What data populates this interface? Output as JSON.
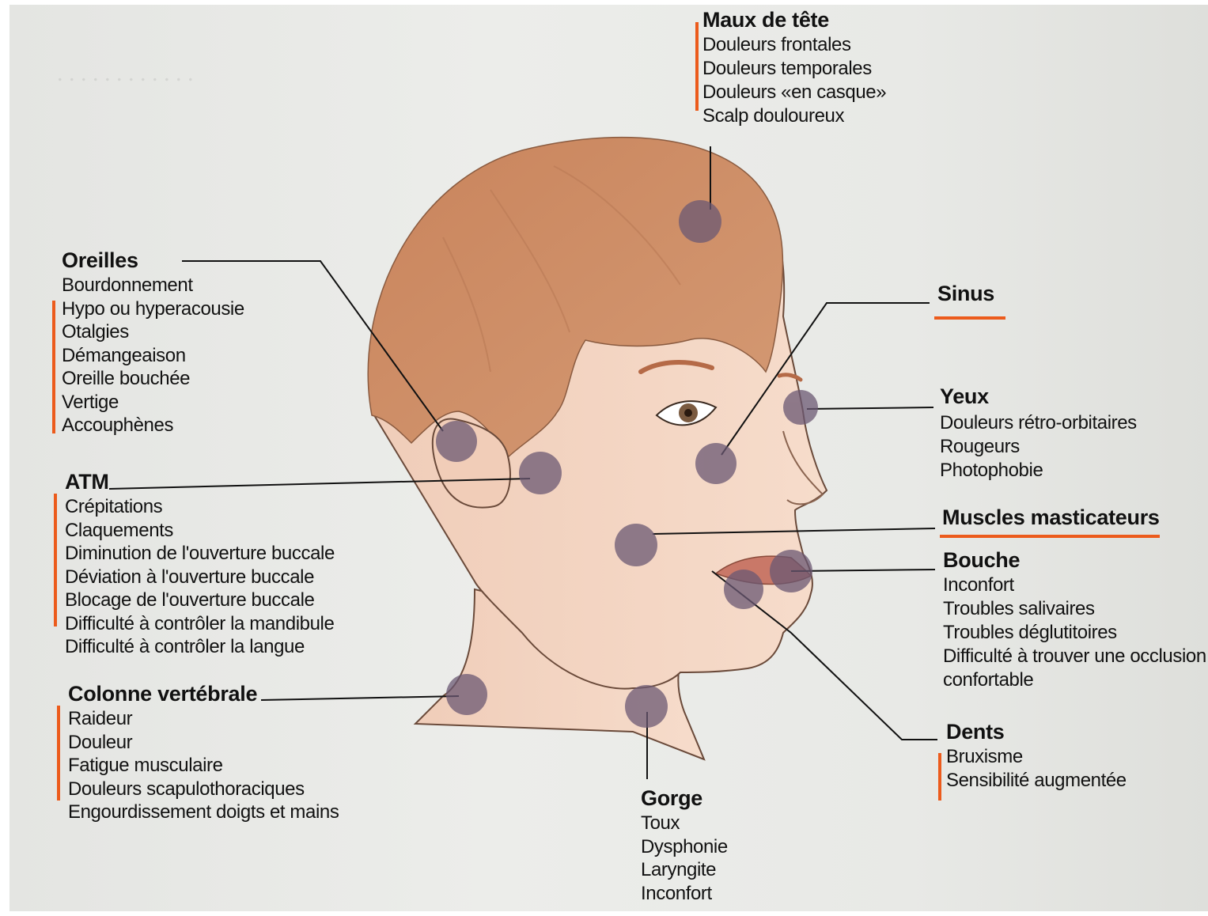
{
  "colors": {
    "accent_bar": "#ec5b1c",
    "text": "#111111",
    "skin": "#f2d5c2",
    "hair": "#cc8e67",
    "point": "#7d6a7f"
  },
  "labels": {
    "maux_de_tete": {
      "title": "Maux de tête",
      "items": [
        "Douleurs frontales",
        "Douleurs temporales",
        "Douleurs «en casque»",
        "Scalp douloureux"
      ]
    },
    "oreilles": {
      "title": "Oreilles",
      "items": [
        "Bourdonnement",
        "Hypo ou hyperacousie",
        "Otalgies",
        "Démangeaison",
        "Oreille bouchée",
        "Vertige",
        "Accouphènes"
      ]
    },
    "atm": {
      "title": "ATM",
      "items": [
        "Crépitations",
        "Claquements",
        "Diminution de l'ouverture buccale",
        "Déviation à l'ouverture buccale",
        "Blocage de l'ouverture buccale",
        "Difficulté à contrôler la mandibule",
        "Difficulté à contrôler la langue"
      ]
    },
    "colonne": {
      "title": "Colonne vertébrale",
      "items": [
        "Raideur",
        "Douleur",
        "Fatigue musculaire",
        "Douleurs scapulothoraciques",
        "Engourdissement doigts et mains"
      ]
    },
    "gorge": {
      "title": "Gorge",
      "items": [
        "Toux",
        "Dysphonie",
        "Laryngite",
        "Inconfort"
      ]
    },
    "sinus": {
      "title": "Sinus"
    },
    "yeux": {
      "title": "Yeux",
      "items": [
        "Douleurs rétro-orbitaires",
        "Rougeurs",
        "Photophobie"
      ]
    },
    "muscles": {
      "title": "Muscles masticateurs"
    },
    "bouche": {
      "title": "Bouche",
      "items": [
        "Inconfort",
        "Troubles salivaires",
        "Troubles déglutitoires",
        "Difficulté à trouver une occlusion",
        "confortable"
      ]
    },
    "dents": {
      "title": "Dents",
      "items": [
        "Bruxisme",
        "Sensibilité augmentée"
      ]
    }
  }
}
